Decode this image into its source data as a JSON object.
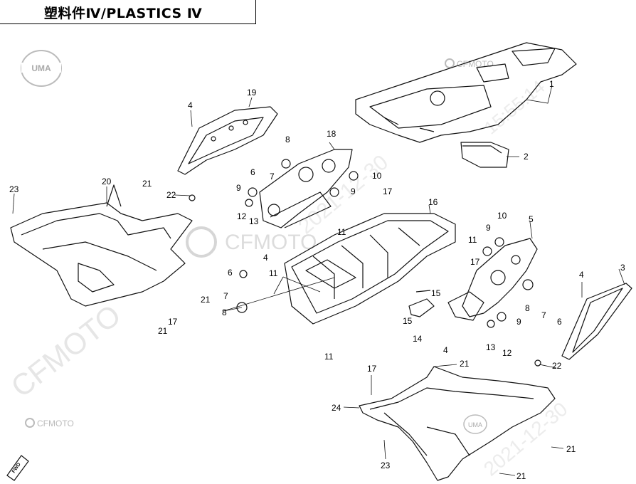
{
  "title": "塑料件Ⅳ/PLASTICS Ⅳ",
  "brand": {
    "uma_logo": "UMA",
    "cfmoto_logo": "CFMOTO",
    "cfmoto_watermark": "CFMOTO"
  },
  "watermarks": [
    "2021-12-30",
    "15:55:14",
    "2021-12-30"
  ],
  "fwd_label": "FWD",
  "part_labels": [
    {
      "id": "l1",
      "text": "1"
    },
    {
      "id": "l2",
      "text": "2"
    },
    {
      "id": "l3",
      "text": "3"
    },
    {
      "id": "l4a",
      "text": "4"
    },
    {
      "id": "l4b",
      "text": "4"
    },
    {
      "id": "l4c",
      "text": "4"
    },
    {
      "id": "l4d",
      "text": "4"
    },
    {
      "id": "l5",
      "text": "5"
    },
    {
      "id": "l6a",
      "text": "6"
    },
    {
      "id": "l6b",
      "text": "6"
    },
    {
      "id": "l6c",
      "text": "6"
    },
    {
      "id": "l7a",
      "text": "7"
    },
    {
      "id": "l7b",
      "text": "7"
    },
    {
      "id": "l7c",
      "text": "7"
    },
    {
      "id": "l8a",
      "text": "8"
    },
    {
      "id": "l8b",
      "text": "8"
    },
    {
      "id": "l8c",
      "text": "8"
    },
    {
      "id": "l9a",
      "text": "9"
    },
    {
      "id": "l9b",
      "text": "9"
    },
    {
      "id": "l9c",
      "text": "9"
    },
    {
      "id": "l9d",
      "text": "9"
    },
    {
      "id": "l10a",
      "text": "10"
    },
    {
      "id": "l10b",
      "text": "10"
    },
    {
      "id": "l11a",
      "text": "11"
    },
    {
      "id": "l11b",
      "text": "11"
    },
    {
      "id": "l11c",
      "text": "11"
    },
    {
      "id": "l11d",
      "text": "11"
    },
    {
      "id": "l12a",
      "text": "12"
    },
    {
      "id": "l12b",
      "text": "12"
    },
    {
      "id": "l13a",
      "text": "13"
    },
    {
      "id": "l13b",
      "text": "13"
    },
    {
      "id": "l14",
      "text": "14"
    },
    {
      "id": "l15a",
      "text": "15"
    },
    {
      "id": "l15b",
      "text": "15"
    },
    {
      "id": "l16",
      "text": "16"
    },
    {
      "id": "l17a",
      "text": "17"
    },
    {
      "id": "l17b",
      "text": "17"
    },
    {
      "id": "l17c",
      "text": "17"
    },
    {
      "id": "l17d",
      "text": "17"
    },
    {
      "id": "l18",
      "text": "18"
    },
    {
      "id": "l19",
      "text": "19"
    },
    {
      "id": "l20",
      "text": "20"
    },
    {
      "id": "l21a",
      "text": "21"
    },
    {
      "id": "l21b",
      "text": "21"
    },
    {
      "id": "l21c",
      "text": "21"
    },
    {
      "id": "l21d",
      "text": "21"
    },
    {
      "id": "l21e",
      "text": "21"
    },
    {
      "id": "l21f",
      "text": "21"
    },
    {
      "id": "l22a",
      "text": "22"
    },
    {
      "id": "l22b",
      "text": "22"
    },
    {
      "id": "l23a",
      "text": "23"
    },
    {
      "id": "l23b",
      "text": "23"
    },
    {
      "id": "l24",
      "text": "24"
    }
  ]
}
